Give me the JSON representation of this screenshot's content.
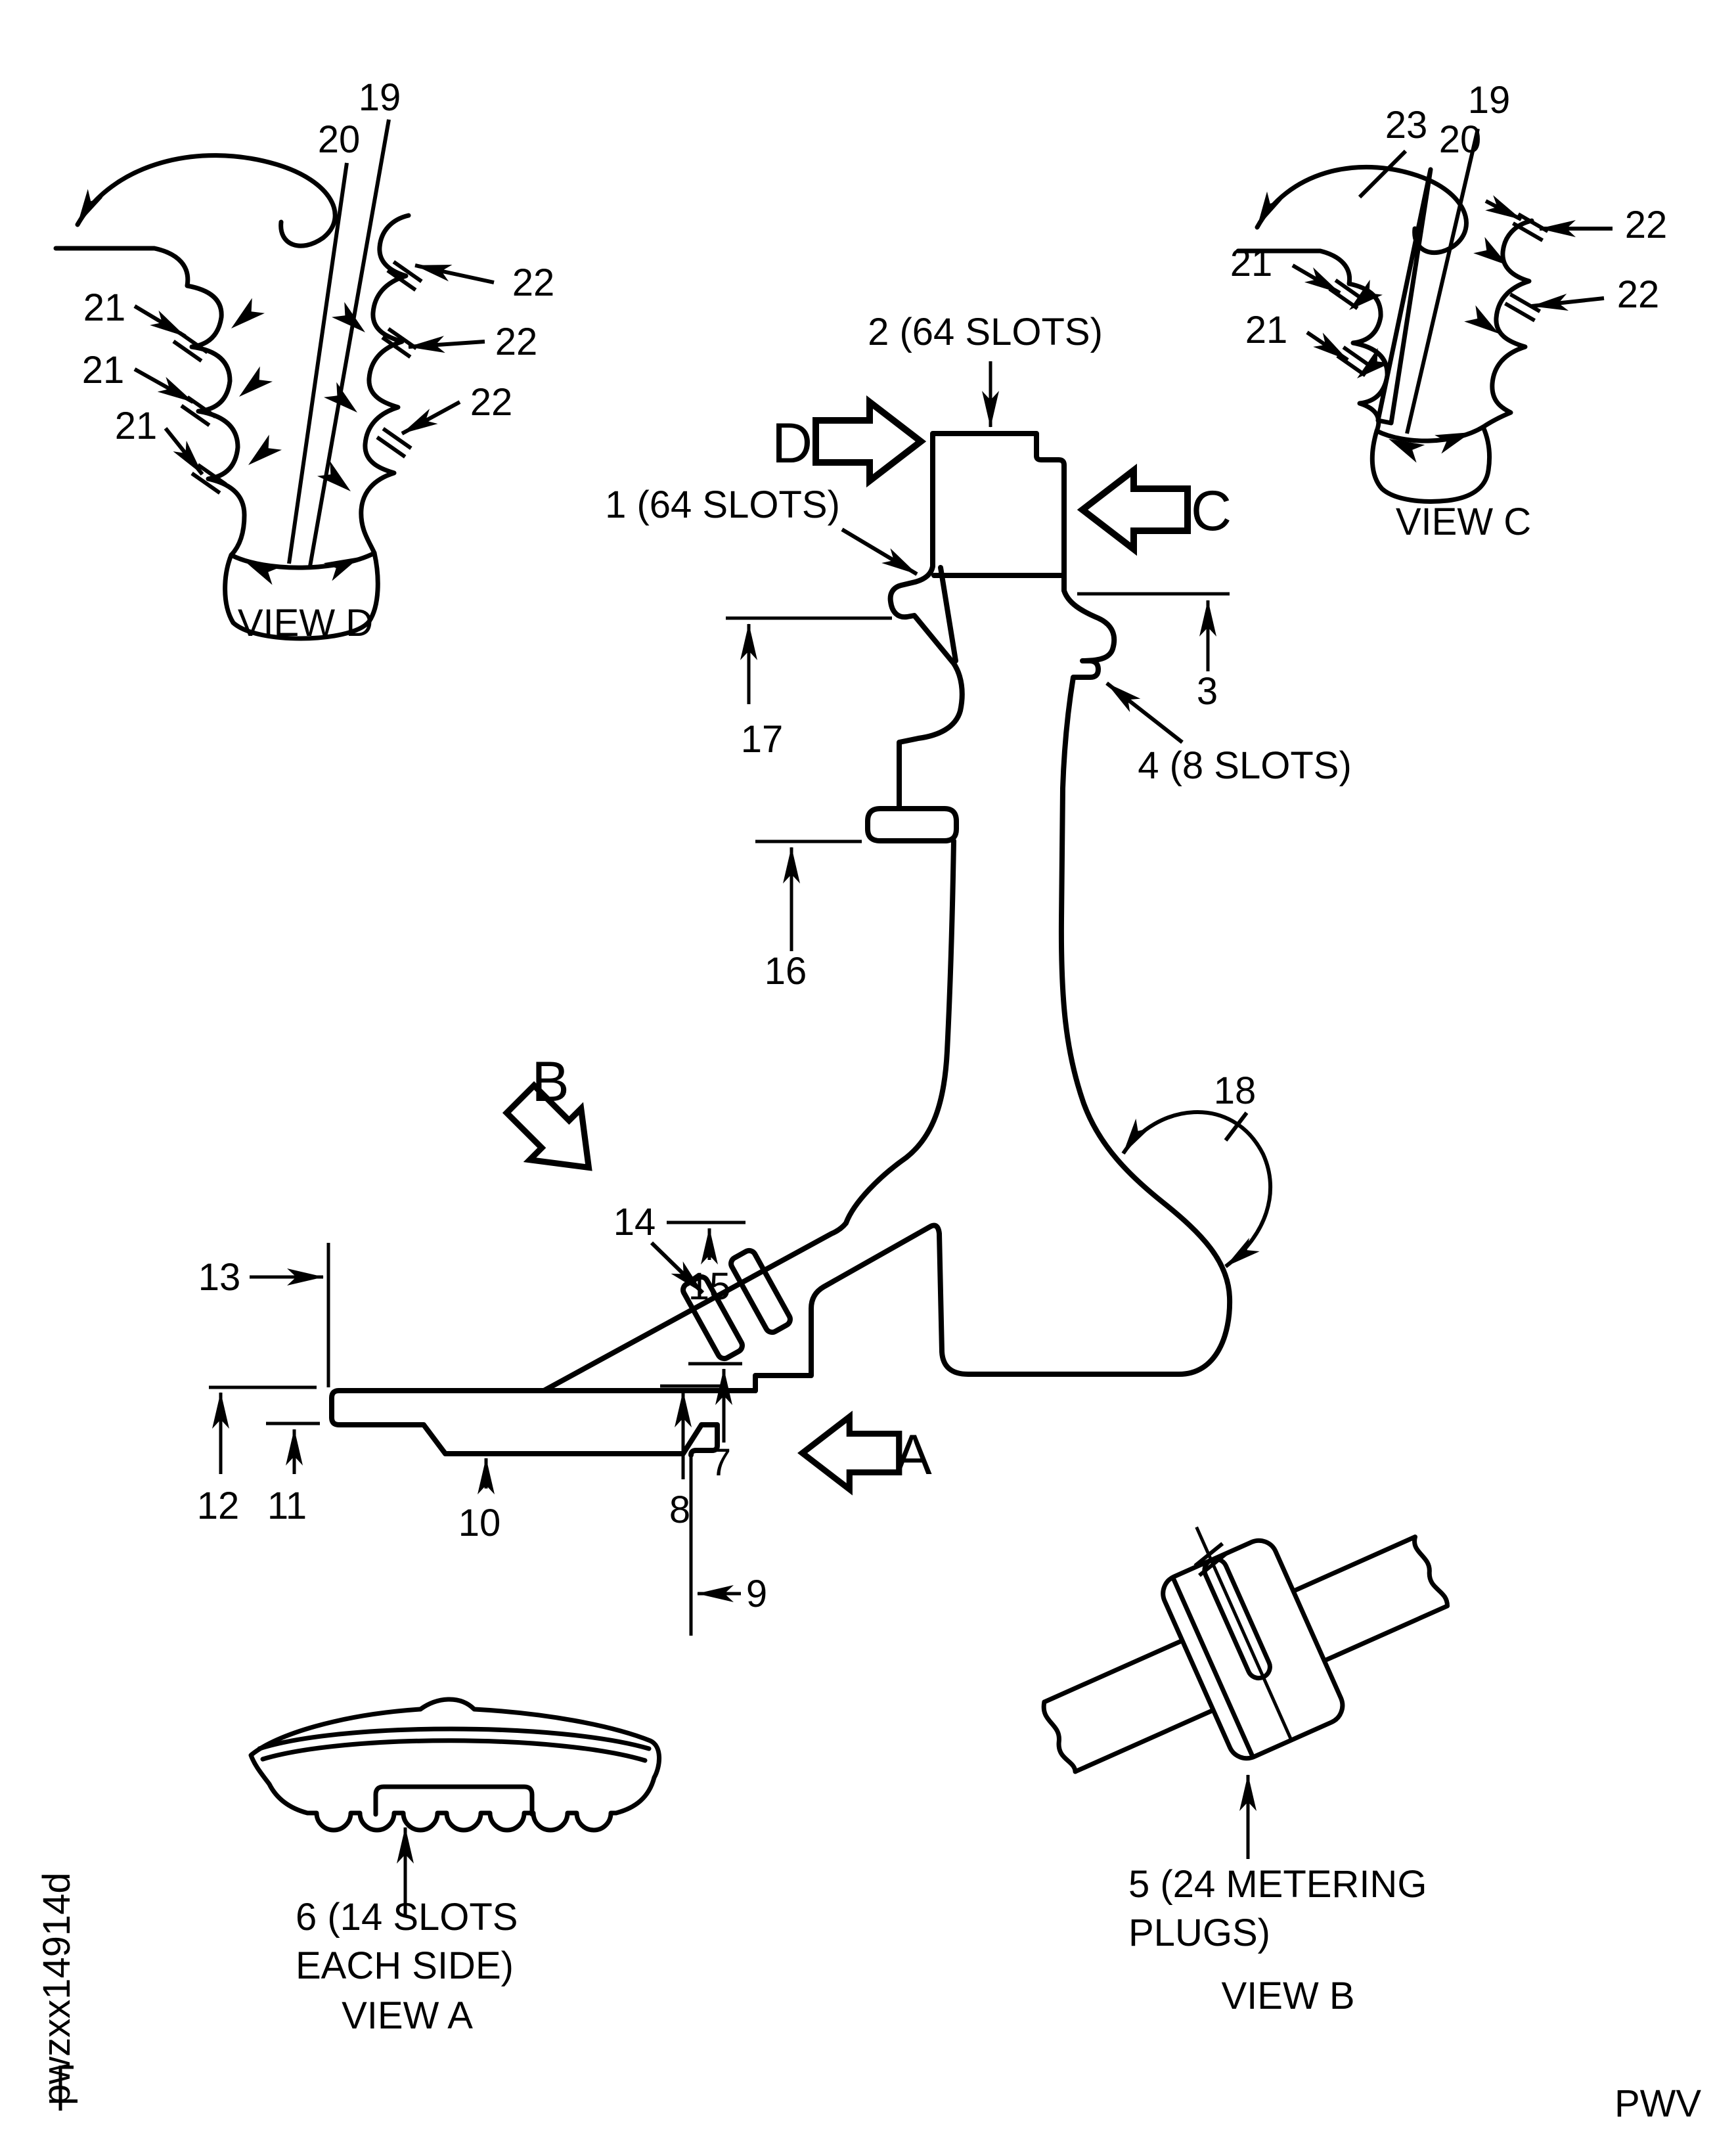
{
  "colors": {
    "ink": "#000000",
    "paper": "#ffffff"
  },
  "arrows": {
    "a": "A",
    "b": "B",
    "c": "C",
    "d": "D"
  },
  "main": {
    "c1": "1 (64 SLOTS)",
    "c2": "2 (64 SLOTS)",
    "c3": "3",
    "c4": "4 (8 SLOTS)",
    "c7": "7",
    "c8": "8",
    "c9": "9",
    "c10": "10",
    "c11": "11",
    "c12": "12",
    "c13": "13",
    "c14": "14",
    "c15": "15",
    "c16": "16",
    "c17": "17",
    "c18": "18"
  },
  "view_d": {
    "title": "VIEW D",
    "c19": "19",
    "c20": "20",
    "c21": [
      "21",
      "21",
      "21"
    ],
    "c22": [
      "22",
      "22",
      "22"
    ]
  },
  "view_c": {
    "title": "VIEW C",
    "c19": "19",
    "c20": "20",
    "c23": "23",
    "c21": [
      "21",
      "21"
    ],
    "c22": [
      "22",
      "22"
    ]
  },
  "view_a": {
    "title": "VIEW A",
    "callout_line1": "6 (14 SLOTS",
    "callout_line2": "EACH SIDE)"
  },
  "view_b": {
    "title": "VIEW B",
    "callout_line1": "5 (24 METERING",
    "callout_line2": "PLUGS)"
  },
  "footer": {
    "figure_code": "pwzxx14914d",
    "publisher_code": "PWV"
  }
}
